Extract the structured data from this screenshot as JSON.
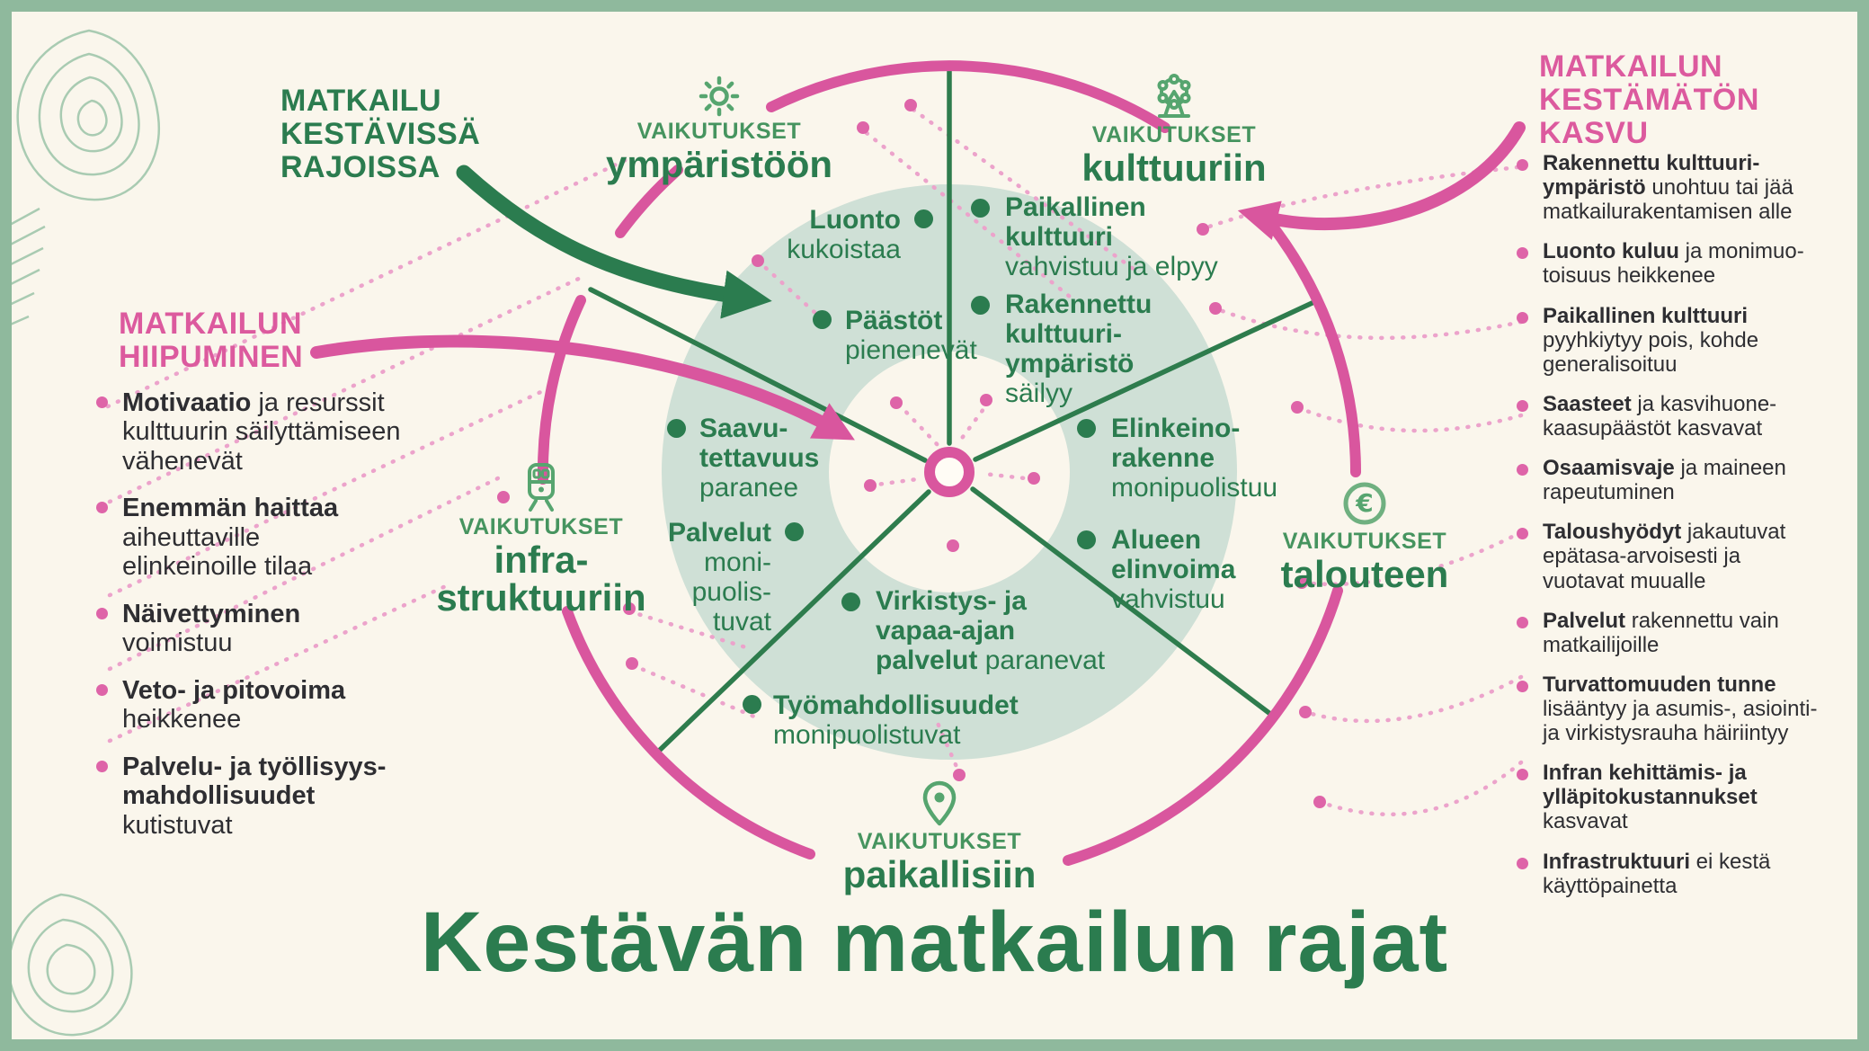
{
  "title": "Kestävän matkailun rajat",
  "colors": {
    "green_dark": "#2B7C4F",
    "green_icon": "#56A56F",
    "sage_ring": "#CFE0D6",
    "pink": "#D9569E",
    "pink_heading": "#DC5A9E",
    "text_black": "#2E2E32",
    "background": "#FAF6EC",
    "frame": "#8FB99D"
  },
  "headings": {
    "sustainable": "MATKAILU\nKESTÄVISSÄ\nRAJOISSA",
    "decline": "MATKAILUN\nHIIPUMINEN",
    "unsustainable": "MATKAILUN\nKESTÄMÄTÖN\nKASVU"
  },
  "sectors": {
    "environment": {
      "small": "VAIKUTUKSET",
      "name": "ympäristöön",
      "icon": "sun-icon"
    },
    "culture": {
      "small": "VAIKUTUKSET",
      "name": "kulttuuriin",
      "icon": "ferris-wheel-icon"
    },
    "economy": {
      "small": "VAIKUTUKSET",
      "name": "talouteen",
      "icon": "euro-icon"
    },
    "locals": {
      "small": "VAIKUTUKSET",
      "name": "paikallisiin",
      "icon": "location-pin-icon"
    },
    "infrastructure": {
      "small": "VAIKUTUKSET",
      "name": "infra-\nstruktuuriin",
      "icon": "train-icon"
    }
  },
  "wheel": {
    "luonto": {
      "bold": "Luonto",
      "rest": "\nkukoistaa"
    },
    "paastot": {
      "bold": "Päästöt",
      "rest": "\npienenevät"
    },
    "paikallinen": {
      "bold": "Paikallinen\nkulttuuri",
      "rest": "\nvahvistuu ja elpyy"
    },
    "rakennettu": {
      "bold": "Rakennettu\nkulttuuri-\nympäristö",
      "rest": "\nsäilyy"
    },
    "elinkeino": {
      "bold": "Elinkeino-\nrakenne",
      "rest": "\nmonipuolistuu"
    },
    "alueen": {
      "bold": "Alueen\nelinvoima",
      "rest": "\nvahvistuu"
    },
    "virkistys": {
      "bold": "Virkistys- ja\nvapaa-ajan\npalvelut",
      "rest": " paranevat"
    },
    "tyomahdollisuudet": {
      "bold": "Työmahdollisuudet",
      "rest": "\nmonipuolistuvat"
    },
    "saavutettavuus": {
      "bold": "Saavu-\ntettavuus",
      "rest": "\nparanee"
    },
    "palvelut": {
      "bold": "Palvelut",
      "rest": "\nmoni-\npuolis-\ntuvat"
    }
  },
  "lists": {
    "left": {
      "items": [
        {
          "lead": "Motivaatio",
          "rest": " ja resurssit\nkulttuurin säilyttämiseen\nvähenevät"
        },
        {
          "lead": "Enemmän haittaa",
          "rest": "\naiheuttaville\nelinkeinoille tilaa"
        },
        {
          "lead": "Näivettyminen",
          "rest": "\nvoimistuu"
        },
        {
          "lead": "Veto- ja pitovoima",
          "rest": "\nheikkenee"
        },
        {
          "lead": "Palvelu- ja työllisyys-\nmahdollisuudet",
          "rest": "\nkutistuvat"
        }
      ]
    },
    "right": {
      "items": [
        {
          "lead": "Rakennettu kulttuuri-\nympäristö",
          "rest": " unohtuu tai jää\nmatkailurakentamisen alle"
        },
        {
          "lead": "Luonto kuluu",
          "rest": " ja monimuo-\ntoisuus heikkenee"
        },
        {
          "lead": "Paikallinen kulttuuri",
          "rest": "\npyyhkiytyy pois, kohde\ngeneralisoituu"
        },
        {
          "lead": "Saasteet",
          "rest": " ja kasvihuone-\nkaasupäästöt kasvavat"
        },
        {
          "lead": "Osaamisvaje",
          "rest": " ja maineen\nrapeutuminen"
        },
        {
          "lead": "Taloushyödyt",
          "rest": " jakautuvat\nepätasa-arvoisesti ja\nvuotavat muualle"
        },
        {
          "lead": "Palvelut",
          "rest": " rakennettu vain\nmatkailijoille"
        },
        {
          "lead": "Turvattomuuden tunne",
          "rest": "\nlisääntyy ja asumis-, asiointi-\nja virkistysrauha häiriintyy"
        },
        {
          "lead": "Infran kehittämis- ja\nylläpitokustannukset",
          "rest": "\nkasvavat"
        },
        {
          "lead": "Infrastruktuuri",
          "rest": " ei kestä\nkäyttöpainetta"
        }
      ]
    }
  },
  "icons": {
    "euro_symbol": "€"
  }
}
